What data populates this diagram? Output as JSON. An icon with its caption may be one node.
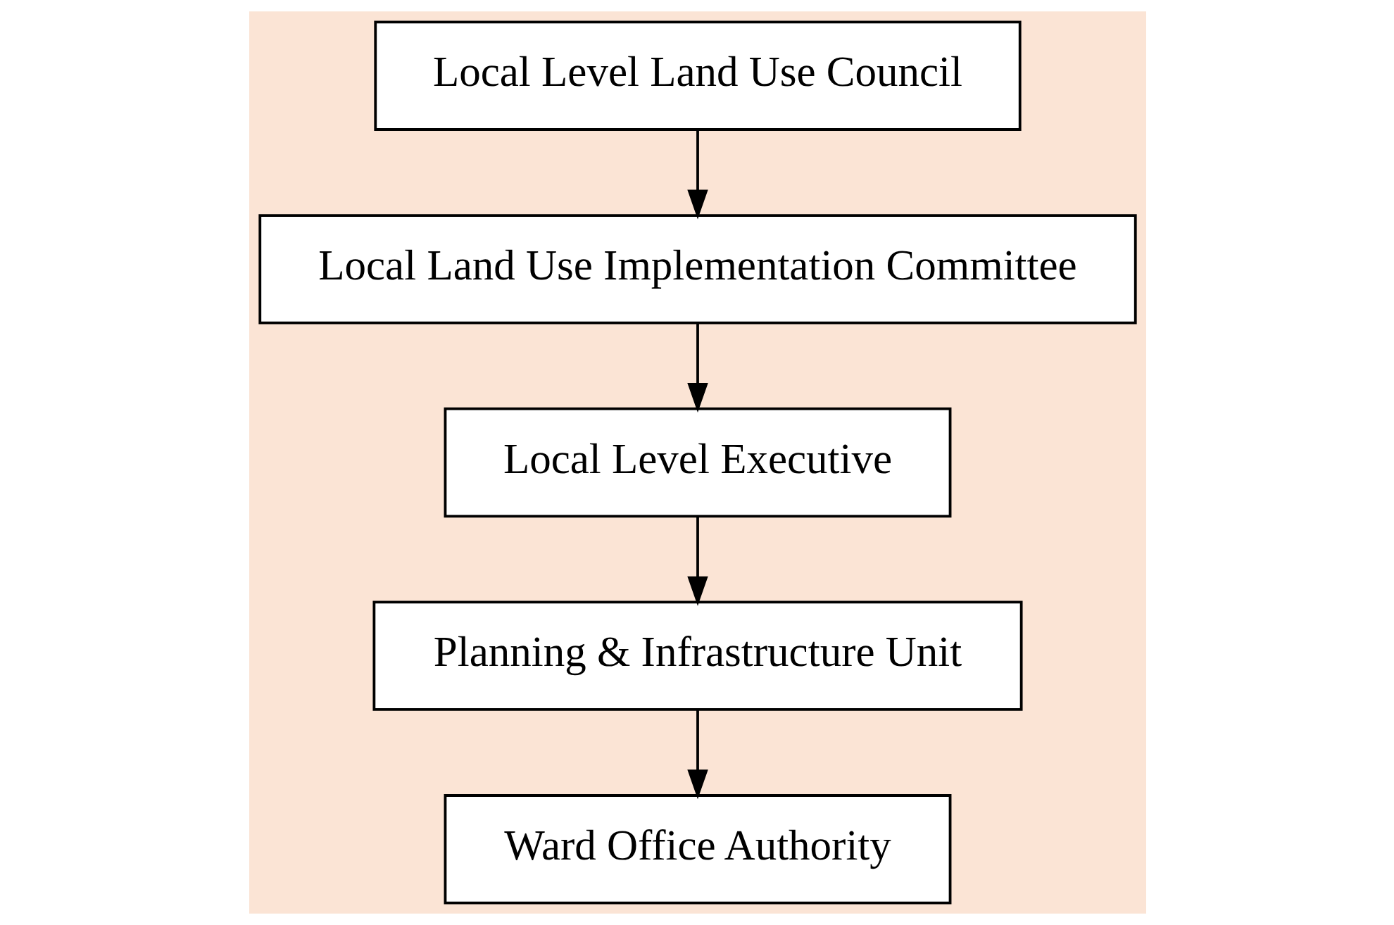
{
  "diagram": {
    "nodes": [
      {
        "text": [
          "Local Level Land Use Council"
        ]
      },
      {
        "text": [
          "Local Land Use Implementation Committee"
        ]
      },
      {
        "text": [
          "Local Level Executive"
        ]
      },
      {
        "text": [
          "Planning & Infrastructure Unit"
        ]
      },
      {
        "text": [
          "Ward Office Authority"
        ]
      }
    ],
    "edges": [
      {
        "from": 0,
        "to": 1,
        "arrow": "to"
      },
      {
        "from": 1,
        "to": 2,
        "arrow": "to"
      },
      {
        "from": 2,
        "to": 3,
        "arrow": "to"
      },
      {
        "from": 3,
        "to": 4,
        "arrow": "to"
      }
    ]
  }
}
